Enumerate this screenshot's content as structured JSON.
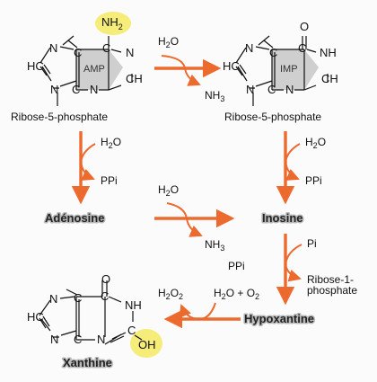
{
  "colors": {
    "arrow": "#ec6a2d",
    "highlight": "#f6ec7a",
    "ring_fill": "#cfcfcf",
    "background": "#fbfbfb"
  },
  "atoms": {
    "nitrogen": "N",
    "carbon": "C",
    "oxygen": "O",
    "hydrogen_carbon": "HC",
    "carbon_hydrogen": "CH",
    "nitrogen_hydrogen": "NH"
  },
  "amp": {
    "ring_label": "AMP",
    "amino_main": "NH",
    "amino_sub": "2",
    "sugar": "Ribose-5-phosphate"
  },
  "imp": {
    "ring_label": "IMP",
    "sugar": "Ribose-5-phosphate"
  },
  "compounds": {
    "adenosine": "Adénosine",
    "inosine": "Inosine",
    "hypoxanthine": "Hypoxantine",
    "xanthine": "Xanthine"
  },
  "xanthine_hydroxyl": "OH",
  "reagents": {
    "water_main": "H",
    "water_sub": "2",
    "water_o": "O",
    "ammonia_main": "NH",
    "ammonia_sub": "3",
    "pyrophosphate": "PPi",
    "phosphate": "Pi",
    "ribose1p_line1": "Ribose-1-",
    "ribose1p_line2": "phosphate",
    "peroxide_h": "H",
    "peroxide_sub": "2",
    "peroxide_o": "O",
    "peroxide_sub2": "2",
    "water_plus_oxygen_h": "H",
    "water_plus_oxygen_sub": "2",
    "water_plus_oxygen_rest": "O + O",
    "water_plus_oxygen_sub2": "2"
  }
}
